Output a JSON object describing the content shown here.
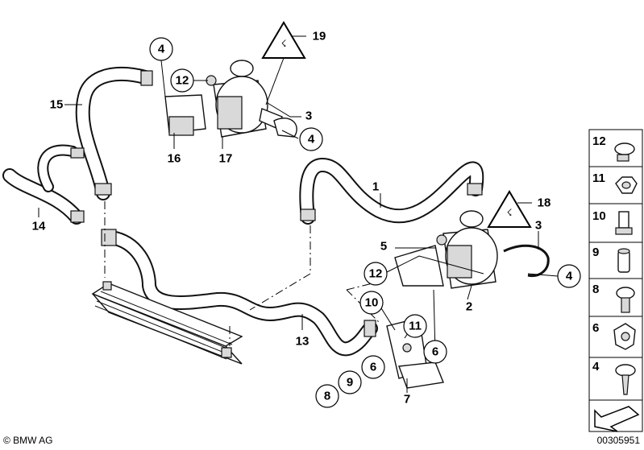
{
  "footer": {
    "copyright": "© BMW AG",
    "diagram_number": "00305951"
  },
  "callouts": [
    {
      "id": "c4-top",
      "label": "4"
    },
    {
      "id": "c12-top",
      "label": "12"
    },
    {
      "id": "c4-mid",
      "label": "4"
    },
    {
      "id": "c12-mid",
      "label": "12"
    },
    {
      "id": "c10",
      "label": "10"
    },
    {
      "id": "c11",
      "label": "11"
    },
    {
      "id": "c6a",
      "label": "6"
    },
    {
      "id": "c6b",
      "label": "6"
    },
    {
      "id": "c9",
      "label": "9"
    },
    {
      "id": "c8",
      "label": "8"
    },
    {
      "id": "c4-right",
      "label": "4"
    }
  ],
  "labels": {
    "l1": "1",
    "l2": "2",
    "l3a": "3",
    "l3b": "3",
    "l5": "5",
    "l7": "7",
    "l13": "13",
    "l14": "14",
    "l15": "15",
    "l16": "16",
    "l17": "17",
    "l18": "18",
    "l19": "19"
  },
  "side_panel": [
    "12",
    "11",
    "10",
    "9",
    "8",
    "6",
    "4"
  ]
}
